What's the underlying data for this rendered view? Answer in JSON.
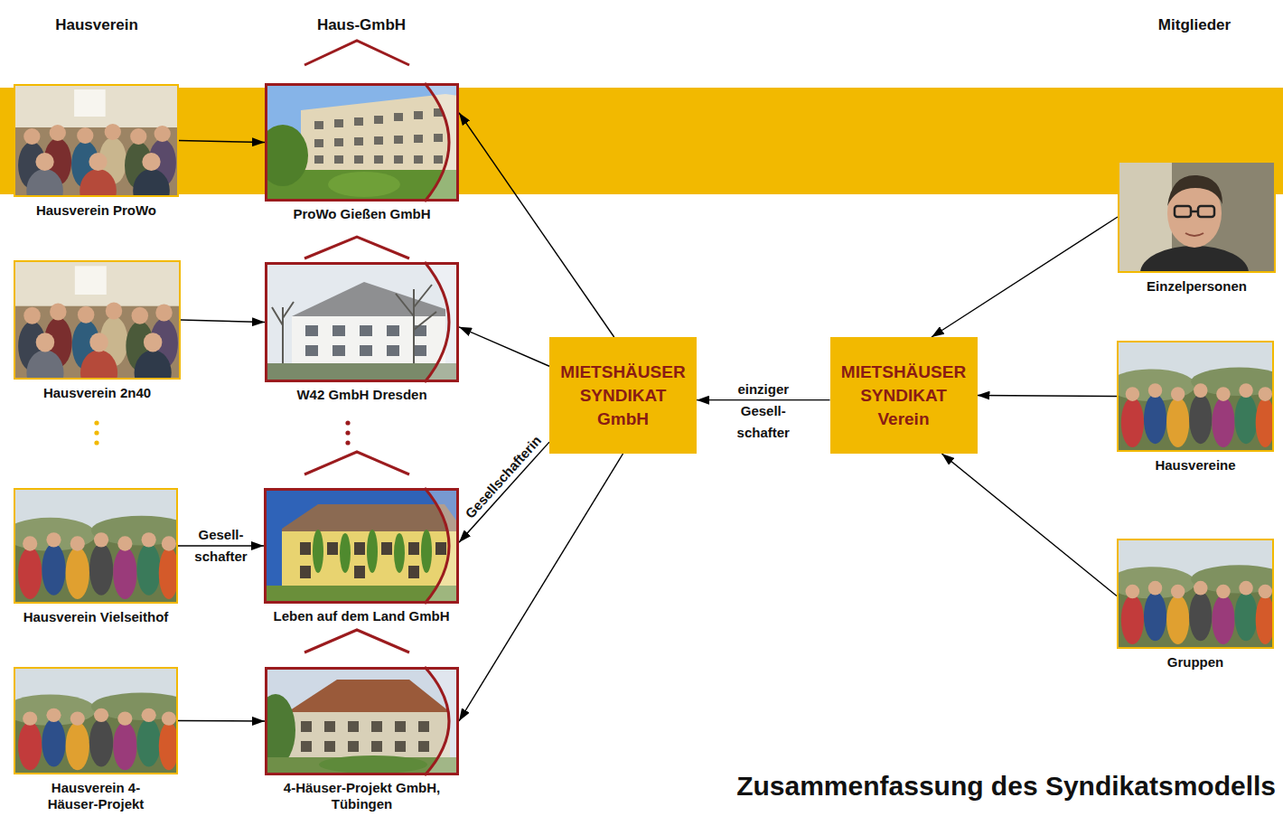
{
  "diagram": {
    "title": "Zusammenfassung des Syndikatsmodells",
    "nodes": [
      {
        "text": [
          "Hausverein ProWo"
        ]
      },
      {
        "text": [
          "ProWo Gießen GmbH"
        ]
      },
      {
        "text": [
          "Hausverein 2n40"
        ]
      },
      {
        "text": [
          "W42 GmbH Dresden"
        ]
      },
      {
        "text": [
          "Hausverein Vielseithof"
        ]
      },
      {
        "text": [
          "Leben auf dem Land GmbH"
        ]
      },
      {
        "text": [
          "Hausverein 4-Häuser-Projekt"
        ]
      },
      {
        "text": [
          "4-Häuser-Projekt GmbH, Tübingen"
        ]
      },
      {
        "text": [
          "MIETSHÄUSER SYNDIKAT GmbH"
        ]
      },
      {
        "text": [
          "MIETSHÄUSER SYNDIKAT Verein"
        ]
      },
      {
        "text": [
          "Einzelpersonen"
        ]
      },
      {
        "text": [
          "Hausvereine"
        ]
      },
      {
        "text": [
          "Gruppen"
        ]
      }
    ],
    "edges": [
      {
        "from": 0,
        "to": 1,
        "arrow": "to"
      },
      {
        "from": 2,
        "to": 3,
        "arrow": "to"
      },
      {
        "from": 4,
        "to": 5,
        "label": "Gesell- schafter",
        "arrow": "to"
      },
      {
        "from": 6,
        "to": 7,
        "arrow": "to"
      },
      {
        "from": 8,
        "to": 1,
        "arrow": "to"
      },
      {
        "from": 8,
        "to": 3,
        "arrow": "to"
      },
      {
        "from": 8,
        "to": 5,
        "label": "Gesellschafterin",
        "arrow": "to"
      },
      {
        "from": 8,
        "to": 7,
        "arrow": "to"
      },
      {
        "from": 9,
        "to": 8,
        "label": "einziger Gesell- schafter",
        "arrow": "to"
      },
      {
        "from": 10,
        "to": 9,
        "arrow": "to"
      },
      {
        "from": 11,
        "to": 9,
        "arrow": "to"
      },
      {
        "from": 12,
        "to": 9,
        "arrow": "to"
      }
    ],
    "labels": [
      "Hausverein",
      "Haus-GmbH",
      "Mitglieder"
    ]
  }
}
